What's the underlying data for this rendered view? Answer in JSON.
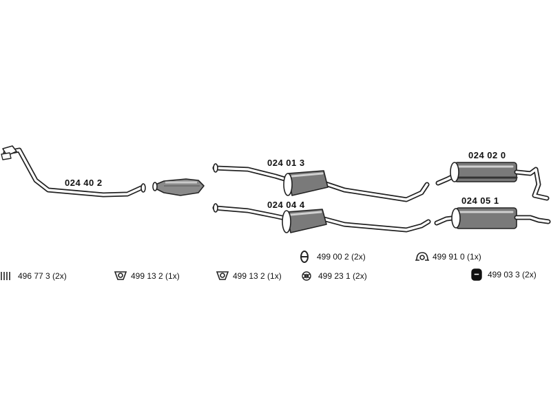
{
  "parts": {
    "front_pipe": "024 40 2",
    "center_silencer_a": "024 01 3",
    "center_silencer_b": "024 04 4",
    "rear_silencer_a": "024 02 0",
    "rear_silencer_b": "024 05 1"
  },
  "accessories": [
    {
      "icon": "spring-icon",
      "label": "496 77 3 (2x)"
    },
    {
      "icon": "gasket-icon",
      "label": "499 13 2 (1x)"
    },
    {
      "icon": "gasket-icon",
      "label": "499 13 2 (1x)"
    },
    {
      "icon": "ring-icon",
      "label": "499 23 1 (2x)"
    },
    {
      "icon": "rubber-hanger-icon",
      "label": "499 00 2 (2x)"
    },
    {
      "icon": "clamp-icon",
      "label": "499 91 0 (1x)"
    },
    {
      "icon": "rubber-mount-icon",
      "label": "499 03 3 (2x)"
    }
  ]
}
